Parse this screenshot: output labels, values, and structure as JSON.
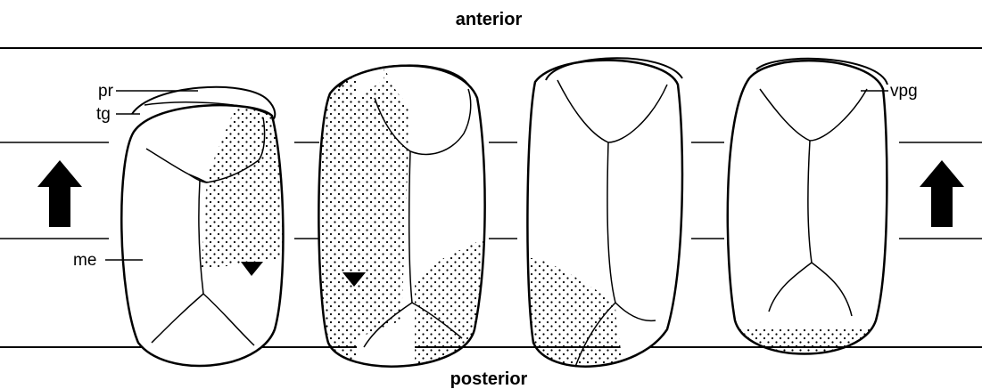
{
  "labels": {
    "top": "anterior",
    "bottom": "posterior",
    "pr": "pr",
    "tg": "tg",
    "me": "me",
    "vpg": "vpg"
  },
  "colors": {
    "ink": "#000000",
    "background": "#ffffff"
  }
}
